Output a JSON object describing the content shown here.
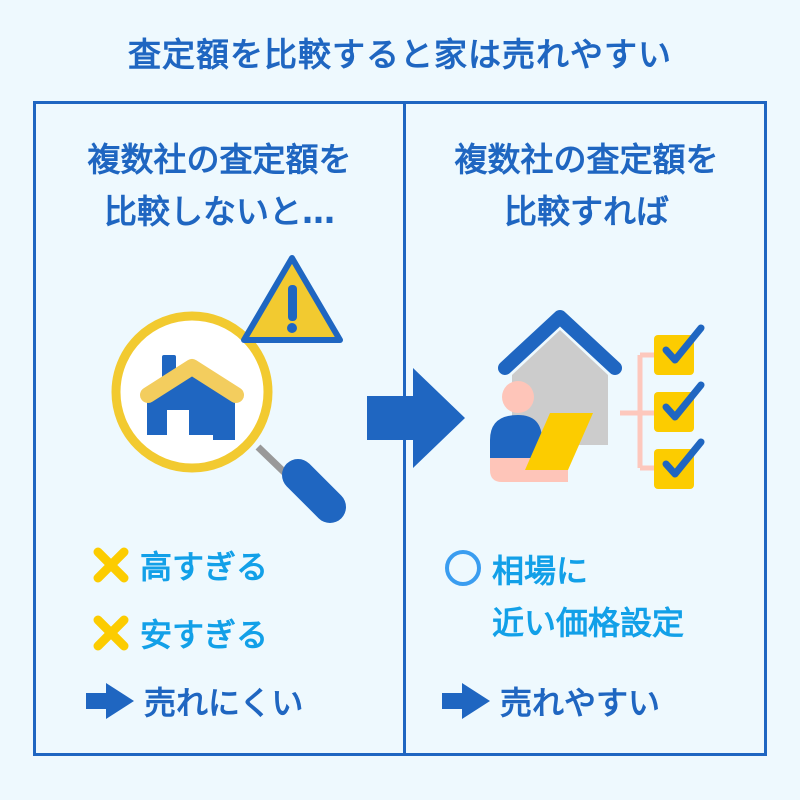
{
  "title": "査定額を比較すると家は売れやすい",
  "left": {
    "heading_line1": "複数社の査定額を",
    "heading_line2": "比較しないと…",
    "items": [
      {
        "icon": "cross-icon",
        "label": "高すぎる"
      },
      {
        "icon": "cross-icon",
        "label": "安すぎる"
      }
    ],
    "result": {
      "icon": "arrow-right-icon",
      "label": "売れにくい"
    }
  },
  "right": {
    "heading_line1": "複数社の査定額を",
    "heading_line2": "比較すれば",
    "items": [
      {
        "icon": "circle-icon",
        "label_line1": "相場に",
        "label_line2": "近い価格設定"
      }
    ],
    "result": {
      "icon": "arrow-right-icon",
      "label": "売れやすい"
    }
  },
  "colors": {
    "primary": "#1f66c1",
    "accent": "#12a0e8",
    "yellow": "#fccc00",
    "background": "#eef9fe"
  }
}
